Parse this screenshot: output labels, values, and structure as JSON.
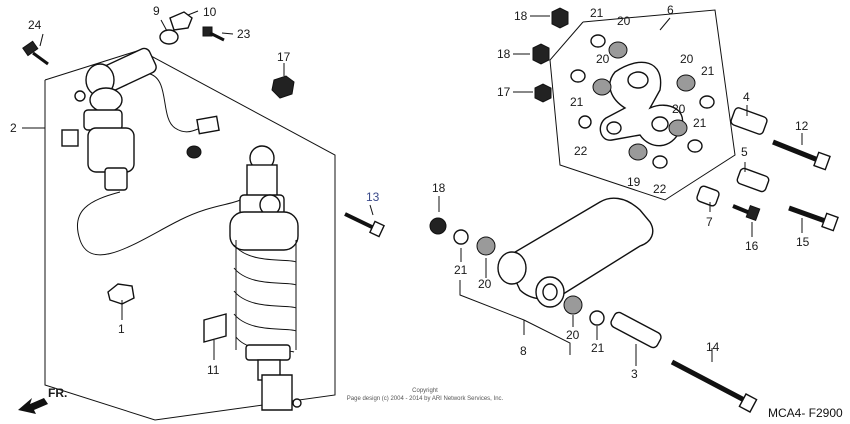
{
  "callouts": [
    "24",
    "9",
    "10",
    "23",
    "2",
    "17",
    "13",
    "1",
    "11",
    "18",
    "21",
    "6",
    "20",
    "18",
    "17",
    "4",
    "12",
    "21",
    "22",
    "19",
    "5",
    "7",
    "16",
    "15",
    "18",
    "21",
    "20",
    "8",
    "20",
    "21",
    "3",
    "14"
  ],
  "copyright": [
    "Copyright",
    "Page design (c) 2004 - 2014 by ARI Network Services, Inc."
  ],
  "front_label": "FR.",
  "diagram_code": "MCA4- F2900"
}
